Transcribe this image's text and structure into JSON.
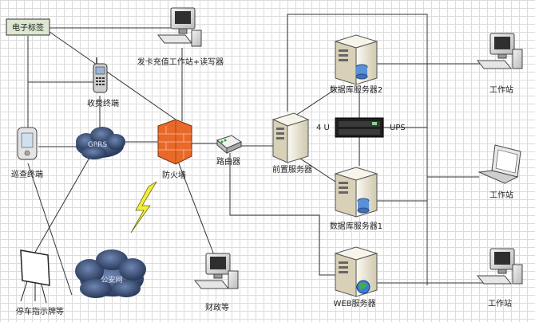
{
  "labels": {
    "etag": "电子标签",
    "card_station": "发卡充值工作站+读写器",
    "fee_terminal": "收费终端",
    "patrol_terminal": "巡查终端",
    "gprs": "GPRS",
    "firewall": "防火墙",
    "router": "路由器",
    "front_server": "前置服务器",
    "u4": "4 U",
    "ups": "UPS",
    "db_server2": "数据库服务器2",
    "db_server1": "数据库服务器1",
    "web_server": "WEB服务器",
    "workstation_top": "工作站",
    "workstation_mid": "工作站",
    "workstation_bot": "工作站",
    "public_net": "公安网",
    "parking_sign": "停车指示牌等",
    "finance": "财政等"
  },
  "colors": {
    "etag_fill": "#dbe7cf",
    "firewall": "#e8692a",
    "cloud": "#2b3f66",
    "lightning": "#f2ee3a",
    "server": "#e9e4d0"
  }
}
